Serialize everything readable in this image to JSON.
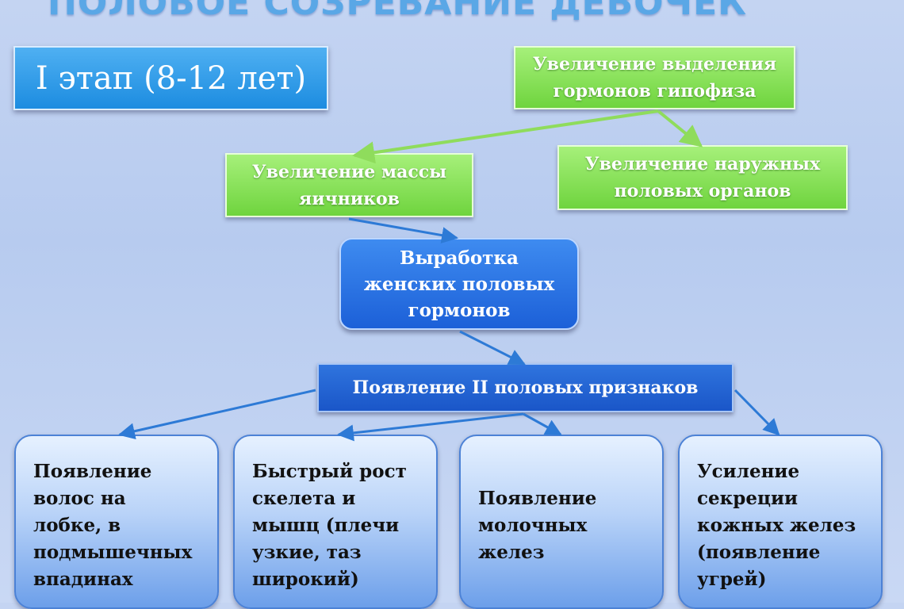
{
  "title": "ПОЛОВОЕ СОЗРЕВАНИЕ ДЕВОЧЕК",
  "stage": "I этап (8-12 лет)",
  "pituitary": [
    "Увеличение выделения",
    "гормонов гипофиза"
  ],
  "ovaries": [
    "Увеличение массы",
    "яичников"
  ],
  "external": [
    "Увеличение наружных",
    "половых органов"
  ],
  "hormones": [
    "Выработка",
    "женских половых",
    "гормонов"
  ],
  "signs": "Появление II половых признаков",
  "cards": [
    [
      "Появление",
      "волос на",
      "лобке, в",
      "подмышечных",
      "впадинах"
    ],
    [
      "Быстрый рост",
      "скелета и",
      "мышц (плечи",
      "узкие, таз",
      "широкий)"
    ],
    [
      "Появление",
      "молочных",
      "желез"
    ],
    [
      "Усиление",
      "секреции",
      "кожных желез",
      "(появление",
      "угрей)"
    ]
  ],
  "colors": {
    "green": "#7fe04a",
    "blue": "#1c6fe0",
    "stage_blue": "#2196e8",
    "arrow": "#2d7ad6"
  }
}
